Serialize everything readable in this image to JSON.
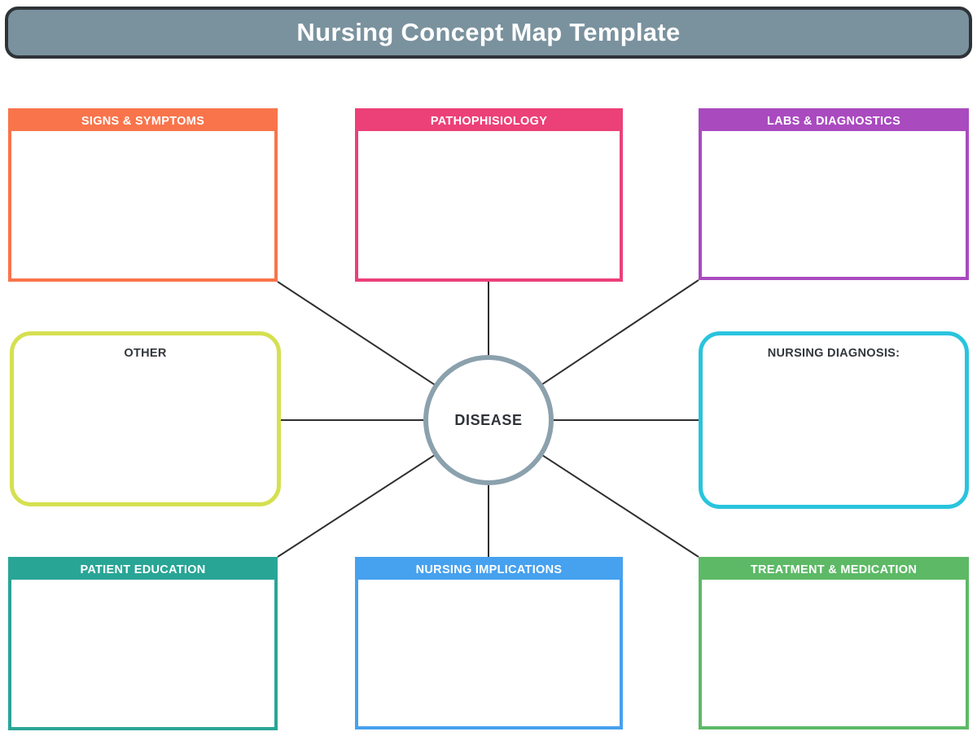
{
  "title": "Nursing Concept Map Template",
  "center_node": {
    "label": "DISEASE"
  },
  "nodes": [
    {
      "label": "SIGNS & SYMPTOMS",
      "color": "#F9744B",
      "variant": "header"
    },
    {
      "label": "PATHOPHISIOLOGY",
      "color": "#EC4078",
      "variant": "header"
    },
    {
      "label": "LABS & DIAGNOSTICS",
      "color": "#A94ABF",
      "variant": "header"
    },
    {
      "label": "OTHER",
      "color": "#D5E050",
      "variant": "outline"
    },
    {
      "label": "NURSING DIAGNOSIS:",
      "color": "#29C4DD",
      "variant": "outline"
    },
    {
      "label": "PATIENT EDUCATION",
      "color": "#29A596",
      "variant": "header"
    },
    {
      "label": "NURSING IMPLICATIONS",
      "color": "#46A1EF",
      "variant": "header"
    },
    {
      "label": "TREATMENT & MEDICATION",
      "color": "#5DB966",
      "variant": "header"
    }
  ],
  "colors": {
    "title_bar_bg": "#7A929E",
    "title_bar_border": "#2E3338",
    "title_text": "#FFFFFF",
    "header_text": "#FFFFFF",
    "outline_label_text": "#33373C",
    "center_circle_border": "#8BA1AD",
    "center_circle_bg": "#FFFFFF",
    "connector_line": "#2F2F2F",
    "canvas_bg": "#FFFFFF"
  }
}
